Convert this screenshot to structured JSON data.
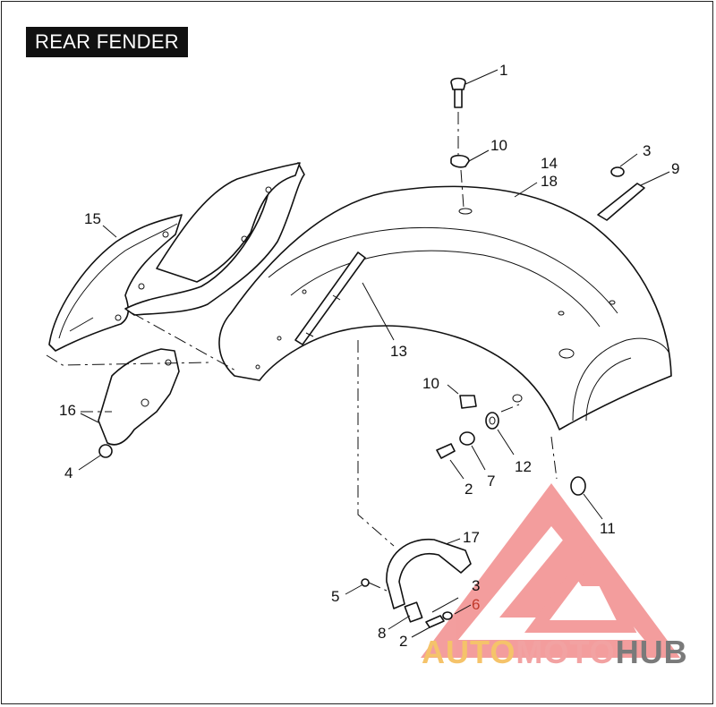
{
  "title": "REAR FENDER",
  "callouts": [
    {
      "id": "c1",
      "text": "1",
      "color": "#111111"
    },
    {
      "id": "c10a",
      "text": "10",
      "color": "#111111"
    },
    {
      "id": "c14",
      "text": "14",
      "color": "#111111"
    },
    {
      "id": "c18",
      "text": "18",
      "color": "#111111"
    },
    {
      "id": "c3a",
      "text": "3",
      "color": "#111111"
    },
    {
      "id": "c9",
      "text": "9",
      "color": "#111111"
    },
    {
      "id": "c15",
      "text": "15",
      "color": "#111111"
    },
    {
      "id": "c13",
      "text": "13",
      "color": "#111111"
    },
    {
      "id": "c10b",
      "text": "10",
      "color": "#111111"
    },
    {
      "id": "c16",
      "text": "16",
      "color": "#111111"
    },
    {
      "id": "c4",
      "text": "4",
      "color": "#111111"
    },
    {
      "id": "c2a",
      "text": "2",
      "color": "#111111"
    },
    {
      "id": "c7",
      "text": "7",
      "color": "#111111"
    },
    {
      "id": "c12",
      "text": "12",
      "color": "#111111"
    },
    {
      "id": "c11",
      "text": "11",
      "color": "#111111"
    },
    {
      "id": "c17",
      "text": "17",
      "color": "#111111"
    },
    {
      "id": "c5",
      "text": "5",
      "color": "#111111"
    },
    {
      "id": "c3b",
      "text": "3",
      "color": "#111111"
    },
    {
      "id": "c6",
      "text": "6",
      "color": "#c0392b"
    },
    {
      "id": "c8",
      "text": "8",
      "color": "#111111"
    },
    {
      "id": "c2b",
      "text": "2",
      "color": "#111111"
    }
  ],
  "watermark": {
    "word_1": "AUTO",
    "word_2": "MOTO",
    "word_3": "HUB",
    "color_1": "#f5c36a",
    "color_2": "#f2a2a2",
    "color_3": "#7a7a7a",
    "logo_color": "#ef7d7d"
  }
}
